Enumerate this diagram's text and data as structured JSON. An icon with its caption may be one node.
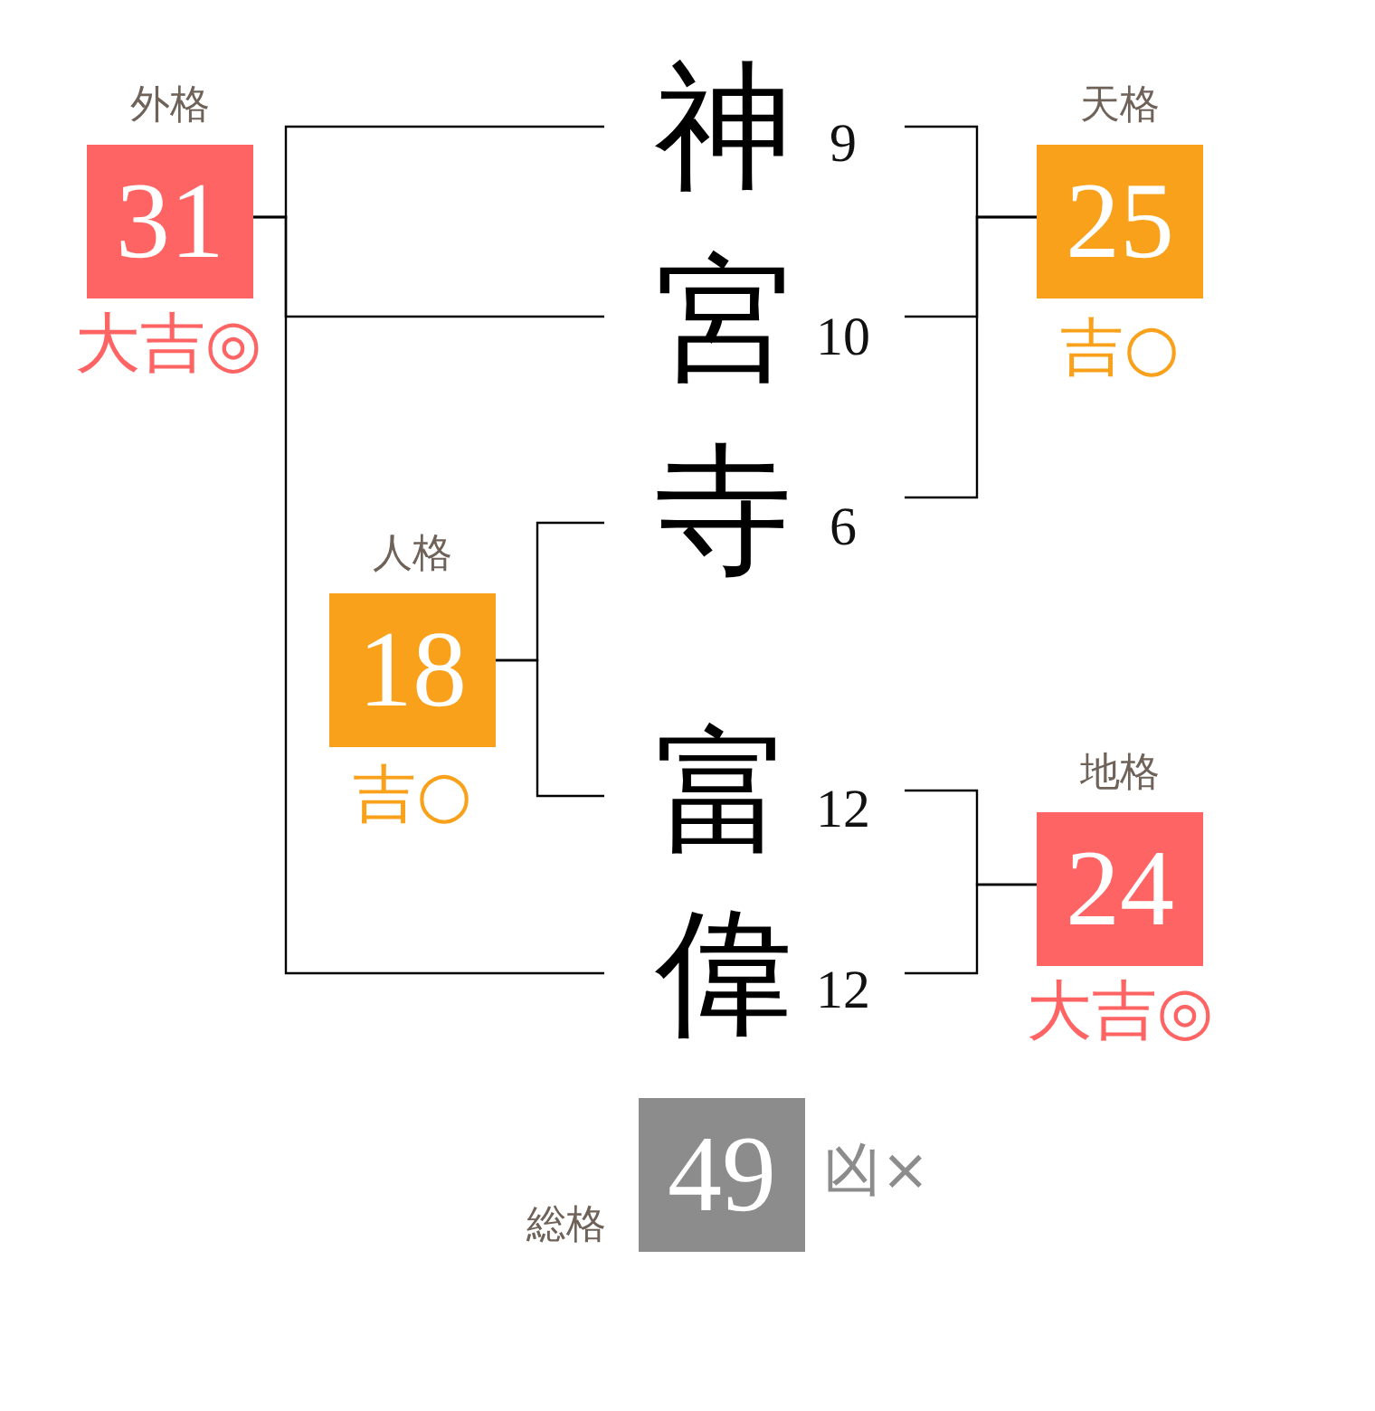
{
  "diagram": {
    "nodes": [
      {
        "text": [
          "外格",
          "31"
        ],
        "beside": [
          "大吉◎"
        ]
      },
      {
        "text": [
          "神"
        ],
        "beside": [
          "9"
        ]
      },
      {
        "text": [
          "天格",
          "25"
        ],
        "beside": [
          "吉○"
        ]
      },
      {
        "text": [
          "宮"
        ],
        "beside": [
          "10"
        ]
      },
      {
        "text": [
          "寺"
        ],
        "beside": [
          "6"
        ]
      },
      {
        "text": [
          "人格",
          "18"
        ],
        "beside": [
          "吉○"
        ]
      },
      {
        "text": [
          "富"
        ],
        "beside": [
          "12"
        ]
      },
      {
        "text": [
          "地格",
          "24"
        ],
        "beside": [
          "大吉◎"
        ]
      },
      {
        "text": [
          "偉"
        ],
        "beside": [
          "12"
        ]
      },
      {
        "text": [
          "総格",
          "49"
        ],
        "beside": [
          "凶×"
        ]
      }
    ],
    "edges": [
      {
        "from": 1,
        "to": 0,
        "arrow": "none"
      },
      {
        "from": 3,
        "to": 0,
        "arrow": "none"
      },
      {
        "from": 8,
        "to": 0,
        "arrow": "none"
      },
      {
        "from": 1,
        "to": 2,
        "arrow": "none"
      },
      {
        "from": 3,
        "to": 2,
        "arrow": "none"
      },
      {
        "from": 4,
        "to": 2,
        "arrow": "none"
      },
      {
        "from": 4,
        "to": 5,
        "arrow": "none"
      },
      {
        "from": 6,
        "to": 5,
        "arrow": "none"
      },
      {
        "from": 6,
        "to": 7,
        "arrow": "none"
      },
      {
        "from": 8,
        "to": 7,
        "arrow": "none"
      }
    ]
  }
}
